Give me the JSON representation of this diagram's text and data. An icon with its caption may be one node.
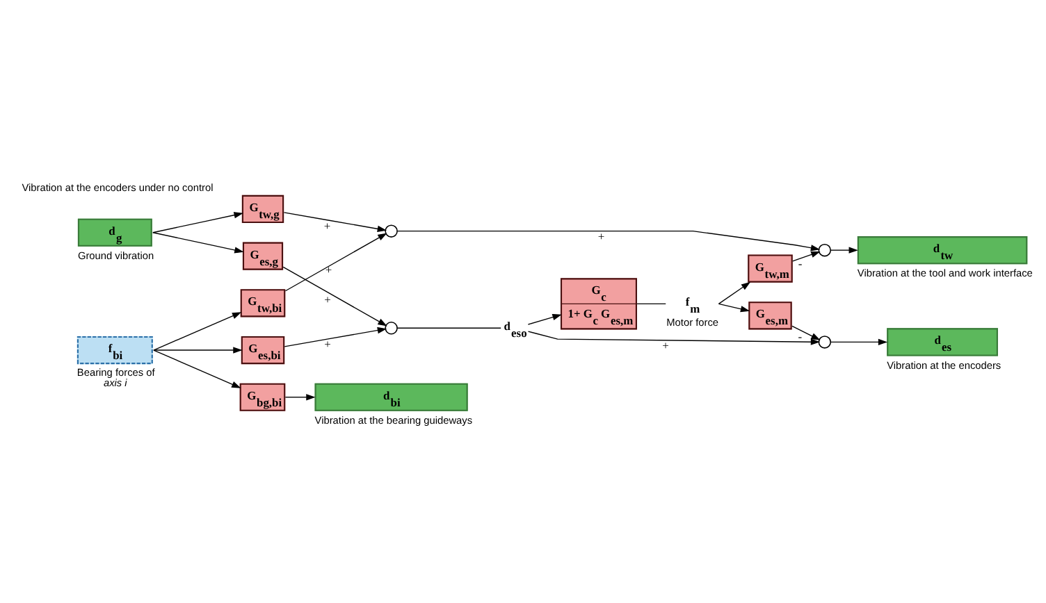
{
  "diagram": {
    "nodes": [
      {
        "text": [
          "d$_{g}$"
        ],
        "beside": [
          "Ground vibration"
        ]
      },
      {
        "text": [
          "f$_{bi}$"
        ],
        "beside": [
          "Bearing forces of *axis i*"
        ]
      },
      {
        "text": [
          "G$_{es,g}$"
        ]
      },
      {
        "text": [
          "G$_{es,bi}$"
        ]
      },
      {
        "text": [
          "G$_{tw,g}$"
        ]
      },
      {
        "text": [
          "G$_{tw,bi}$"
        ]
      },
      {
        "text": [
          "G$_{bg,bi}$"
        ]
      },
      {
        "text": [
          "d$_{bi}$"
        ],
        "beside": [
          "Vibration at the bearing guideways"
        ]
      },
      {
        "text": [],
        "shape": "circle"
      },
      {
        "text": [
          "d$_{eso}$"
        ]
      },
      {
        "text": [
          "G$_{c}$",
          "1+ G$_{c}$ G$_{es,m}$"
        ]
      },
      {
        "text": [],
        "shape": "circle"
      },
      {
        "text": [
          "f$_{m}$"
        ],
        "beside": [
          "Motor force"
        ]
      },
      {
        "text": [
          "G$_{es,m}$"
        ]
      },
      {
        "text": [
          "G$_{tw,m}$"
        ]
      },
      {
        "text": [],
        "shape": "circle"
      },
      {
        "text": [],
        "shape": "circle"
      },
      {
        "text": [
          "d$_{es}$"
        ],
        "beside": [
          "Vibration at the encoders"
        ]
      },
      {
        "text": [
          "d$_{tw}$"
        ],
        "beside": [
          "Vibration at the tool and work interface"
        ]
      }
    ],
    "edges": [
      {
        "from": 0,
        "to": 2,
        "arrow": "to"
      },
      {
        "from": 0,
        "to": 4,
        "arrow": "to"
      },
      {
        "from": 1,
        "to": 3,
        "arrow": "to"
      },
      {
        "from": 1,
        "to": 5,
        "arrow": "to"
      },
      {
        "from": 1,
        "to": 6,
        "arrow": "to"
      },
      {
        "from": 2,
        "to": 8,
        "arrow": "to",
        "label": "+"
      },
      {
        "from": 3,
        "to": 8,
        "arrow": "to",
        "label": "+"
      },
      {
        "from": 4,
        "to": 11,
        "arrow": "to",
        "label": "+"
      },
      {
        "from": 5,
        "to": 11,
        "arrow": "to",
        "label": "+"
      },
      {
        "from": 6,
        "to": 7,
        "arrow": "to"
      },
      {
        "from": 8,
        "to": 9,
        "arrow": "none"
      },
      {
        "from": 9,
        "to": 15,
        "arrow": "to",
        "label": "+"
      },
      {
        "from": 9,
        "to": 10,
        "arrow": "to"
      },
      {
        "from": 10,
        "to": 12,
        "arrow": "none"
      },
      {
        "from": 12,
        "to": 13,
        "arrow": "to"
      },
      {
        "from": 12,
        "to": 14,
        "arrow": "to"
      },
      {
        "from": 13,
        "to": 15,
        "arrow": "to",
        "label": "-"
      },
      {
        "from": 14,
        "to": 16,
        "arrow": "to",
        "label": "-"
      },
      {
        "from": 11,
        "to": 16,
        "arrow": "to",
        "label": "+"
      },
      {
        "from": 15,
        "to": 17,
        "arrow": "to"
      },
      {
        "from": 16,
        "to": 18,
        "arrow": "to"
      }
    ],
    "labels": [
      "Vibration at the encoders under no control"
    ]
  }
}
